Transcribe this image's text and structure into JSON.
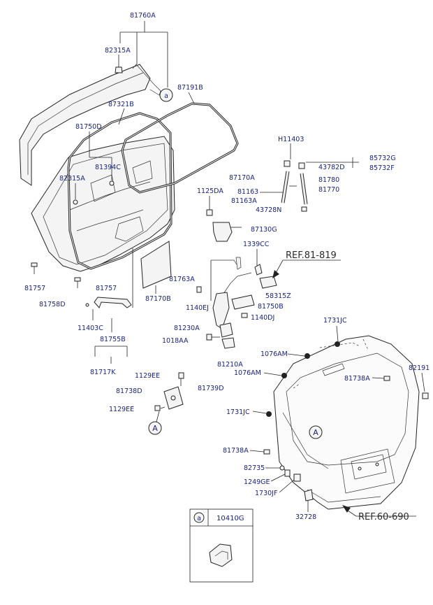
{
  "labels": {
    "p81760A": "81760A",
    "p82315A_top": "82315A",
    "p87191B": "87191B",
    "p87321B": "87321B",
    "p81750D": "81750D",
    "p81394C": "81394C",
    "p82315A_mid": "82315A",
    "p81757_l": "81757",
    "p81757_r": "81757",
    "p81758D": "81758D",
    "p11403C": "11403C",
    "p81755B": "81755B",
    "p81717K": "81717K",
    "p87170B": "87170B",
    "p1129EE_a": "1129EE",
    "p81738D": "81738D",
    "p81739D": "81739D",
    "p1129EE_b": "1129EE",
    "pH11403": "H11403",
    "p85732G": "85732G",
    "p43782D": "43782D",
    "p85732F": "85732F",
    "p87170A": "87170A",
    "p81780": "81780",
    "p81163": "81163",
    "p81770": "81770",
    "p81163A": "81163A",
    "p1125DA": "1125DA",
    "p43728N": "43728N",
    "p87130G": "87130G",
    "p1339CC": "1339CC",
    "p81763A": "81763A",
    "p58315Z": "58315Z",
    "p1140EJ": "1140EJ",
    "p81750B": "81750B",
    "p1140DJ": "1140DJ",
    "p81230A": "81230A",
    "p1018AA": "1018AA",
    "p81210A": "81210A",
    "p1731JC_top": "1731JC",
    "p1076AM_a": "1076AM",
    "p1076AM_b": "1076AM",
    "p82191": "82191",
    "p81738A_top": "81738A",
    "p1731JC_l": "1731JC",
    "p81738A_l": "81738A",
    "p82735": "82735",
    "p1249GE": "1249GE",
    "p1730JF": "1730JF",
    "p32728": "32728",
    "p10410G": "10410G"
  },
  "refs": {
    "ref81": "REF.81-819",
    "ref60": "REF.60-690"
  },
  "markers": {
    "a_upper": "a",
    "a_box": "a",
    "A_left": "A",
    "A_glass": "A"
  }
}
